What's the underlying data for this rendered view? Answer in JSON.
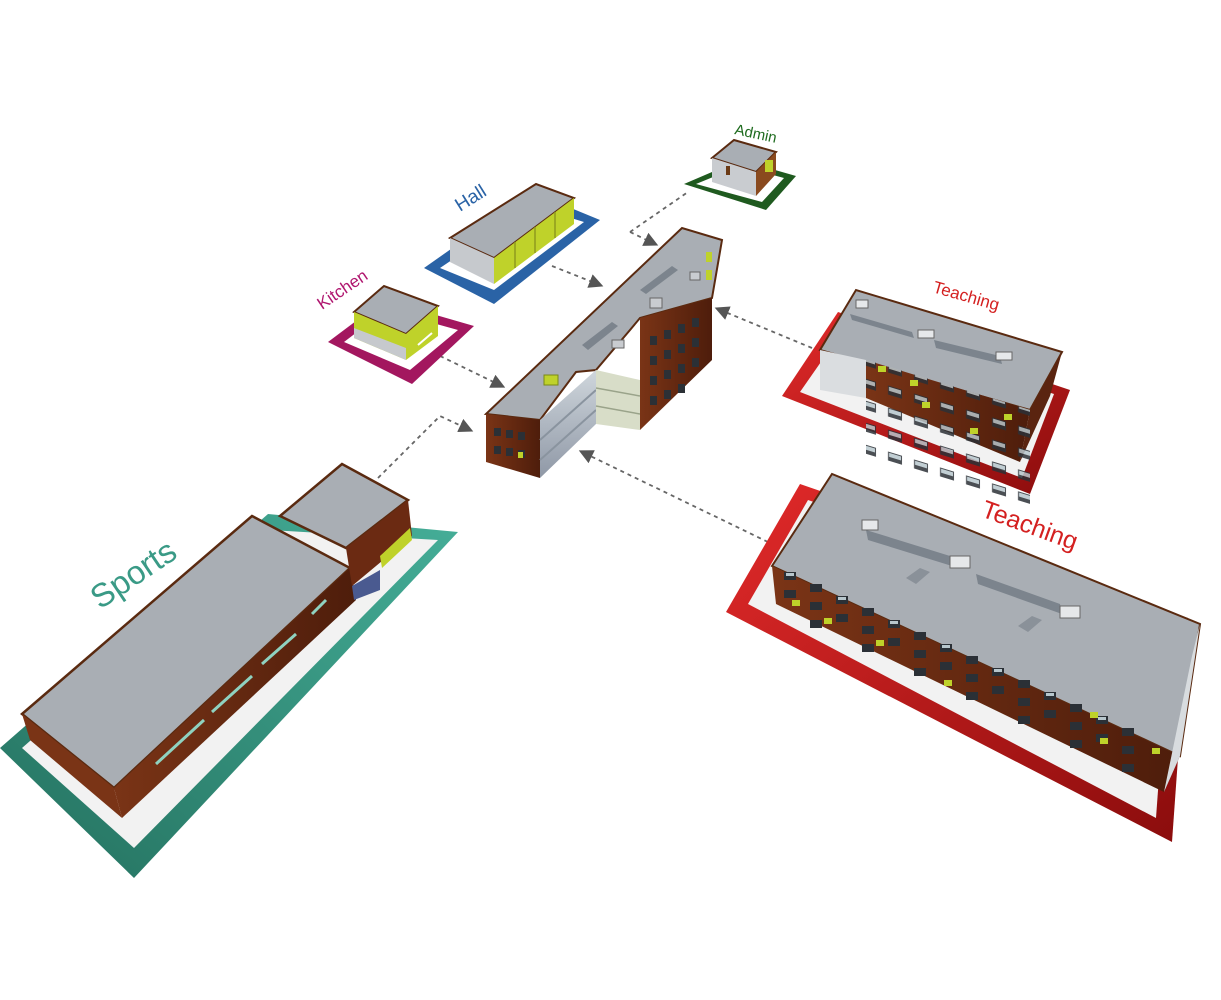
{
  "labels": {
    "admin": "Admin",
    "hall": "Hall",
    "kitchen": "Kitchen",
    "teaching_small": "Teaching",
    "teaching_large": "Teaching",
    "sports": "Sports"
  },
  "colors": {
    "admin": "#1e6b1e",
    "hall": "#2a63a6",
    "kitchen": "#b0166f",
    "teaching": "#d42020",
    "sports": "#3a9a86",
    "roof": "#a7adb4",
    "brick": "#6b2a12",
    "accent": "#bfd22a"
  }
}
